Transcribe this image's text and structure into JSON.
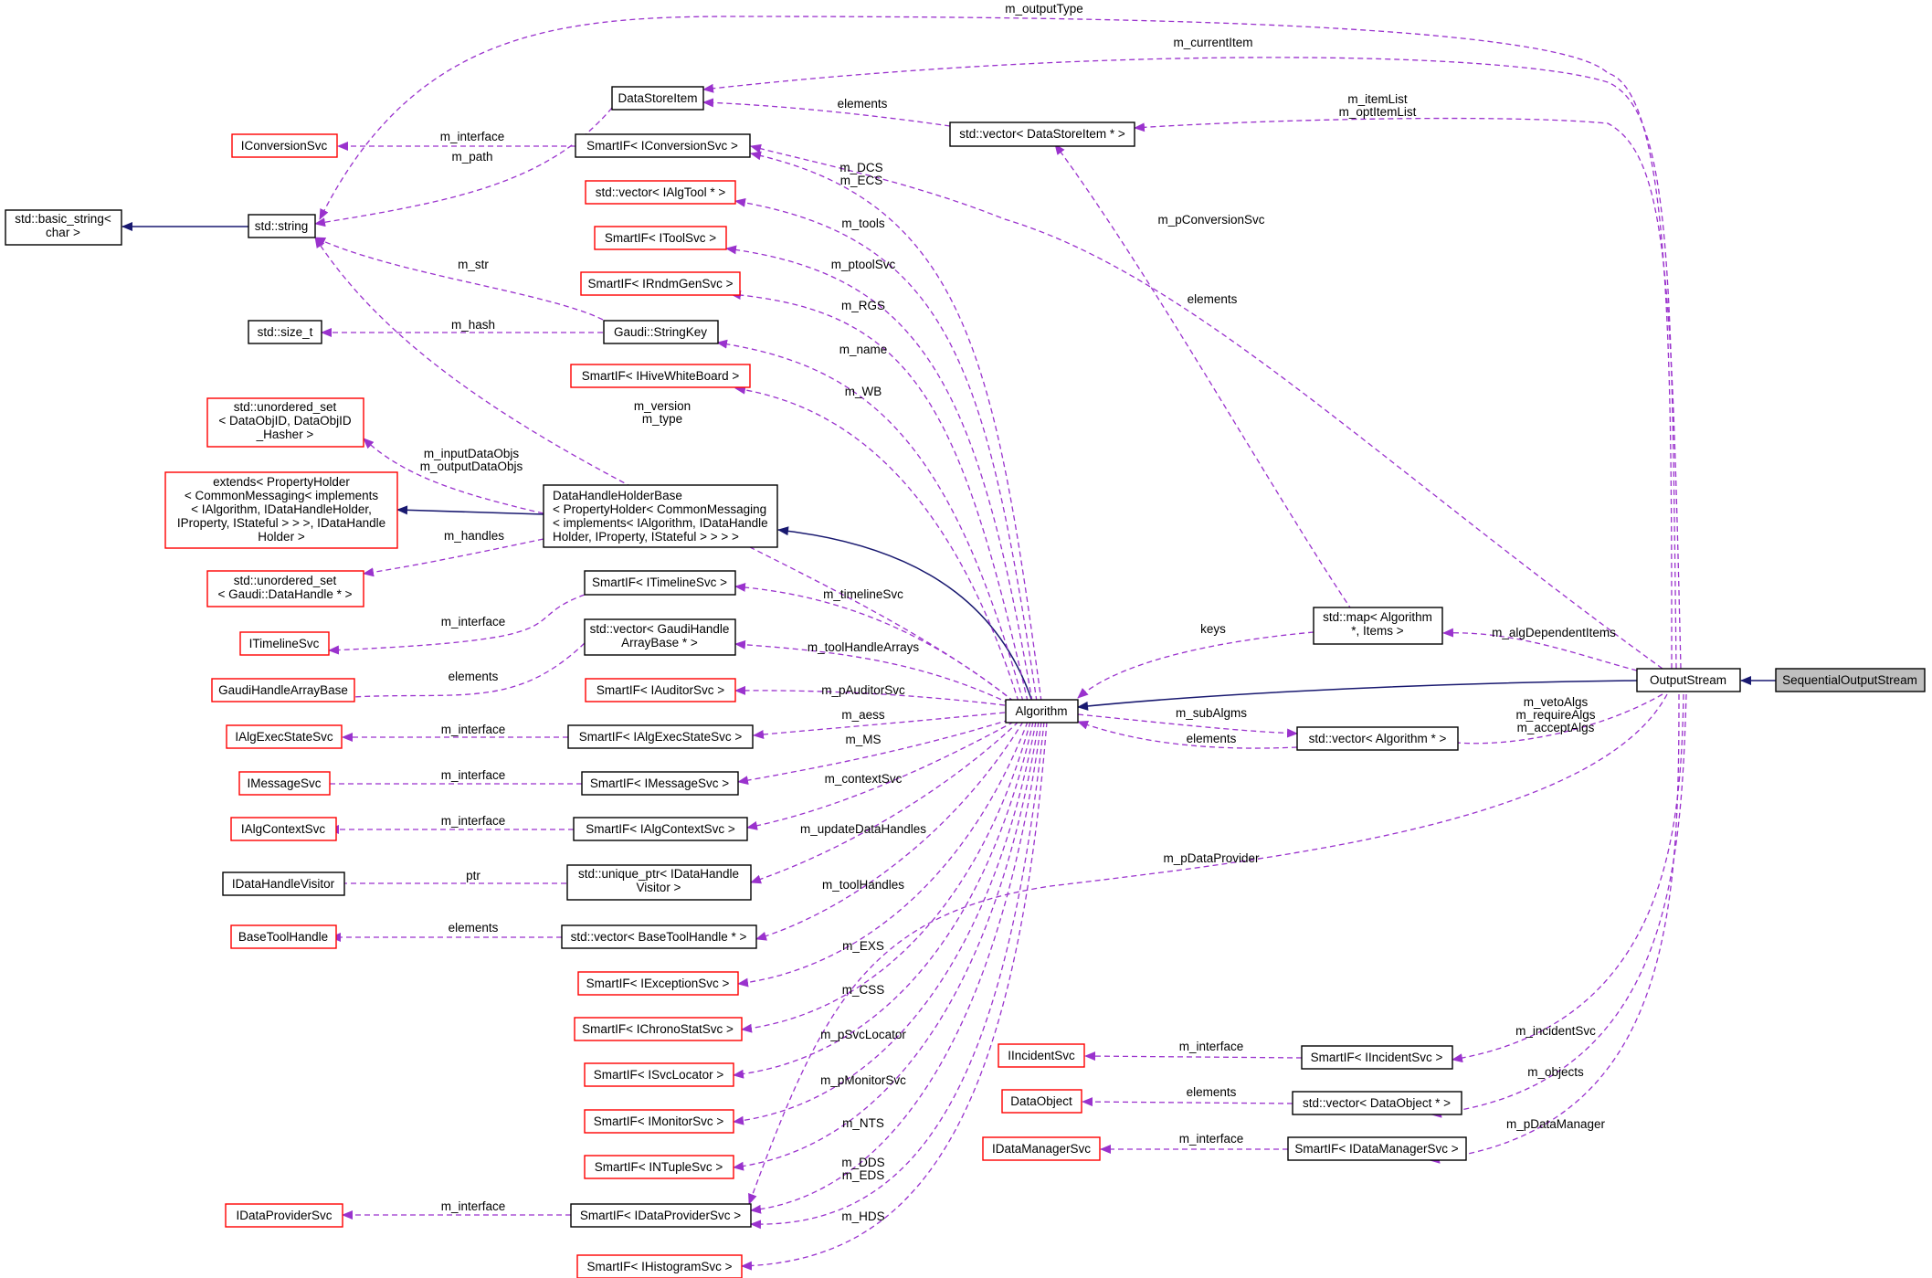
{
  "diagram": {
    "colors": {
      "member_edge": "#9a32cd",
      "inherit_edge": "#191970",
      "missing_node_border": "#ff0000",
      "node_border": "#000000",
      "focus_fill": "#bfbfbf"
    },
    "nodes": [
      {
        "id": "sos",
        "lines": [
          "SequentialOutputStream"
        ],
        "style": "gray"
      },
      {
        "id": "os",
        "lines": [
          "OutputStream"
        ],
        "style": "black"
      },
      {
        "id": "alg",
        "lines": [
          "Algorithm"
        ],
        "style": "black"
      },
      {
        "id": "dhhb",
        "lines": [
          "DataHandleHolderBase",
          "< PropertyHolder< CommonMessaging",
          "< implements< IAlgorithm, IDataHandle",
          "Holder, IProperty, IStateful > > > >"
        ],
        "style": "black",
        "align": "left"
      },
      {
        "id": "ext",
        "lines": [
          "extends< PropertyHolder",
          "< CommonMessaging< implements",
          "< IAlgorithm, IDataHandleHolder,",
          "IProperty, IStateful > > >, IDataHandle",
          "Holder >"
        ],
        "style": "red"
      },
      {
        "id": "stdstring",
        "lines": [
          "std::string"
        ],
        "style": "black"
      },
      {
        "id": "basicstring",
        "lines": [
          "std::basic_string<",
          "char >"
        ],
        "style": "black"
      },
      {
        "id": "dsi",
        "lines": [
          "DataStoreItem"
        ],
        "style": "black"
      },
      {
        "id": "vecdsi",
        "lines": [
          "std::vector< DataStoreItem * >"
        ],
        "style": "black"
      },
      {
        "id": "iconv",
        "lines": [
          "IConversionSvc"
        ],
        "style": "red"
      },
      {
        "id": "siconv",
        "lines": [
          "SmartIF< IConversionSvc >"
        ],
        "style": "black"
      },
      {
        "id": "vecalgtool",
        "lines": [
          "std::vector< IAlgTool * >"
        ],
        "style": "red"
      },
      {
        "id": "sitool",
        "lines": [
          "SmartIF< IToolSvc >"
        ],
        "style": "red"
      },
      {
        "id": "sirndm",
        "lines": [
          "SmartIF< IRndmGenSvc >"
        ],
        "style": "red"
      },
      {
        "id": "sizet",
        "lines": [
          "std::size_t"
        ],
        "style": "black"
      },
      {
        "id": "stringkey",
        "lines": [
          "Gaudi::StringKey"
        ],
        "style": "black"
      },
      {
        "id": "sihive",
        "lines": [
          "SmartIF< IHiveWhiteBoard >"
        ],
        "style": "red"
      },
      {
        "id": "unordobj",
        "lines": [
          "std::unordered_set",
          "< DataObjID, DataObjID",
          "_Hasher >"
        ],
        "style": "red"
      },
      {
        "id": "unordhandle",
        "lines": [
          "std::unordered_set",
          "< Gaudi::DataHandle * >"
        ],
        "style": "red"
      },
      {
        "id": "sitimeline",
        "lines": [
          "SmartIF< ITimelineSvc >"
        ],
        "style": "black"
      },
      {
        "id": "itimeline",
        "lines": [
          "ITimelineSvc"
        ],
        "style": "red"
      },
      {
        "id": "vecghab",
        "lines": [
          "std::vector< GaudiHandle",
          "ArrayBase * >"
        ],
        "style": "black"
      },
      {
        "id": "ghab",
        "lines": [
          "GaudiHandleArrayBase"
        ],
        "style": "red"
      },
      {
        "id": "siauditor",
        "lines": [
          "SmartIF< IAuditorSvc >"
        ],
        "style": "red"
      },
      {
        "id": "sialgexec",
        "lines": [
          "SmartIF< IAlgExecStateSvc >"
        ],
        "style": "black"
      },
      {
        "id": "ialgexec",
        "lines": [
          "IAlgExecStateSvc"
        ],
        "style": "red"
      },
      {
        "id": "simsg",
        "lines": [
          "SmartIF< IMessageSvc >"
        ],
        "style": "black"
      },
      {
        "id": "imsg",
        "lines": [
          "IMessageSvc"
        ],
        "style": "red"
      },
      {
        "id": "sialgctx",
        "lines": [
          "SmartIF< IAlgContextSvc >"
        ],
        "style": "black"
      },
      {
        "id": "ialgctx",
        "lines": [
          "IAlgContextSvc"
        ],
        "style": "red"
      },
      {
        "id": "uptr",
        "lines": [
          "std::unique_ptr< IDataHandle",
          "Visitor >"
        ],
        "style": "black"
      },
      {
        "id": "idhv",
        "lines": [
          "IDataHandleVisitor"
        ],
        "style": "black"
      },
      {
        "id": "vecbth",
        "lines": [
          "std::vector< BaseToolHandle * >"
        ],
        "style": "black"
      },
      {
        "id": "bth",
        "lines": [
          "BaseToolHandle"
        ],
        "style": "red"
      },
      {
        "id": "siexc",
        "lines": [
          "SmartIF< IExceptionSvc >"
        ],
        "style": "red"
      },
      {
        "id": "sichrono",
        "lines": [
          "SmartIF< IChronoStatSvc >"
        ],
        "style": "red"
      },
      {
        "id": "sisvcloc",
        "lines": [
          "SmartIF< ISvcLocator >"
        ],
        "style": "red"
      },
      {
        "id": "simon",
        "lines": [
          "SmartIF< IMonitorSvc >"
        ],
        "style": "red"
      },
      {
        "id": "sintuple",
        "lines": [
          "SmartIF< INTupleSvc >"
        ],
        "style": "red"
      },
      {
        "id": "sidp",
        "lines": [
          "SmartIF< IDataProviderSvc >"
        ],
        "style": "black"
      },
      {
        "id": "idp",
        "lines": [
          "IDataProviderSvc"
        ],
        "style": "red"
      },
      {
        "id": "sihist",
        "lines": [
          "SmartIF< IHistogramSvc >"
        ],
        "style": "red"
      },
      {
        "id": "mapalg",
        "lines": [
          "std::map< Algorithm",
          "*, Items >"
        ],
        "style": "black"
      },
      {
        "id": "vecalg",
        "lines": [
          "std::vector< Algorithm * >"
        ],
        "style": "black"
      },
      {
        "id": "iinc",
        "lines": [
          "IIncidentSvc"
        ],
        "style": "red"
      },
      {
        "id": "siinc",
        "lines": [
          "SmartIF< IIncidentSvc >"
        ],
        "style": "black"
      },
      {
        "id": "dataobj",
        "lines": [
          "DataObject"
        ],
        "style": "red"
      },
      {
        "id": "vecdataobj",
        "lines": [
          "std::vector< DataObject * >"
        ],
        "style": "black"
      },
      {
        "id": "idm",
        "lines": [
          "IDataManagerSvc"
        ],
        "style": "red"
      },
      {
        "id": "sidm",
        "lines": [
          "SmartIF< IDataManagerSvc >"
        ],
        "style": "black"
      }
    ],
    "edge_labels": [
      {
        "id": "lbl_outputType",
        "lines": [
          "m_outputType"
        ]
      },
      {
        "id": "lbl_currentItem",
        "lines": [
          "m_currentItem"
        ]
      },
      {
        "id": "lbl_itemList",
        "lines": [
          "m_itemList",
          "m_optItemList"
        ]
      },
      {
        "id": "lbl_elements_dsi",
        "lines": [
          "elements"
        ]
      },
      {
        "id": "lbl_interface_conv",
        "lines": [
          "m_interface"
        ]
      },
      {
        "id": "lbl_path",
        "lines": [
          "m_path"
        ]
      },
      {
        "id": "lbl_dcs",
        "lines": [
          "m_DCS",
          "m_ECS"
        ]
      },
      {
        "id": "lbl_pConv",
        "lines": [
          "m_pConversionSvc"
        ]
      },
      {
        "id": "lbl_tools",
        "lines": [
          "m_tools"
        ]
      },
      {
        "id": "lbl_ptoolSvc",
        "lines": [
          "m_ptoolSvc"
        ]
      },
      {
        "id": "lbl_str",
        "lines": [
          "m_str"
        ]
      },
      {
        "id": "lbl_elements_alg",
        "lines": [
          "elements"
        ]
      },
      {
        "id": "lbl_rgs",
        "lines": [
          "m_RGS"
        ]
      },
      {
        "id": "lbl_hash",
        "lines": [
          "m_hash"
        ]
      },
      {
        "id": "lbl_name",
        "lines": [
          "m_name"
        ]
      },
      {
        "id": "lbl_wb",
        "lines": [
          "m_WB"
        ]
      },
      {
        "id": "lbl_version",
        "lines": [
          "m_version",
          "m_type"
        ]
      },
      {
        "id": "lbl_inputData",
        "lines": [
          "m_inputDataObjs",
          "m_outputDataObjs"
        ]
      },
      {
        "id": "lbl_handles",
        "lines": [
          "m_handles"
        ]
      },
      {
        "id": "lbl_timelineSvc",
        "lines": [
          "m_timelineSvc"
        ]
      },
      {
        "id": "lbl_interface_timeline",
        "lines": [
          "m_interface"
        ]
      },
      {
        "id": "lbl_keys",
        "lines": [
          "keys"
        ]
      },
      {
        "id": "lbl_algDep",
        "lines": [
          "m_algDependentItems"
        ]
      },
      {
        "id": "lbl_toolHandleArrays",
        "lines": [
          "m_toolHandleArrays"
        ]
      },
      {
        "id": "lbl_elements_ghab",
        "lines": [
          "elements"
        ]
      },
      {
        "id": "lbl_pAuditor",
        "lines": [
          "m_pAuditorSvc"
        ]
      },
      {
        "id": "lbl_vetoAlgs",
        "lines": [
          "m_vetoAlgs",
          "m_requireAlgs",
          "m_acceptAlgs"
        ]
      },
      {
        "id": "lbl_aess",
        "lines": [
          "m_aess"
        ]
      },
      {
        "id": "lbl_subAlgms",
        "lines": [
          "m_subAlgms"
        ]
      },
      {
        "id": "lbl_interface_exec",
        "lines": [
          "m_interface"
        ]
      },
      {
        "id": "lbl_elements_vecalg",
        "lines": [
          "elements"
        ]
      },
      {
        "id": "lbl_ms",
        "lines": [
          "m_MS"
        ]
      },
      {
        "id": "lbl_interface_msg",
        "lines": [
          "m_interface"
        ]
      },
      {
        "id": "lbl_contextSvc",
        "lines": [
          "m_contextSvc"
        ]
      },
      {
        "id": "lbl_interface_ctx",
        "lines": [
          "m_interface"
        ]
      },
      {
        "id": "lbl_updateDH",
        "lines": [
          "m_updateDataHandles"
        ]
      },
      {
        "id": "lbl_pDataProvider",
        "lines": [
          "m_pDataProvider"
        ]
      },
      {
        "id": "lbl_ptr",
        "lines": [
          "ptr"
        ]
      },
      {
        "id": "lbl_toolHandles",
        "lines": [
          "m_toolHandles"
        ]
      },
      {
        "id": "lbl_elements_bth",
        "lines": [
          "elements"
        ]
      },
      {
        "id": "lbl_exs",
        "lines": [
          "m_EXS"
        ]
      },
      {
        "id": "lbl_css",
        "lines": [
          "m_CSS"
        ]
      },
      {
        "id": "lbl_pSvcLocator",
        "lines": [
          "m_pSvcLocator"
        ]
      },
      {
        "id": "lbl_incidentSvc",
        "lines": [
          "m_incidentSvc"
        ]
      },
      {
        "id": "lbl_interface_inc",
        "lines": [
          "m_interface"
        ]
      },
      {
        "id": "lbl_pMonitor",
        "lines": [
          "m_pMonitorSvc"
        ]
      },
      {
        "id": "lbl_objects",
        "lines": [
          "m_objects"
        ]
      },
      {
        "id": "lbl_elements_dataobj",
        "lines": [
          "elements"
        ]
      },
      {
        "id": "lbl_nts",
        "lines": [
          "m_NTS"
        ]
      },
      {
        "id": "lbl_pDataManager",
        "lines": [
          "m_pDataManager"
        ]
      },
      {
        "id": "lbl_interface_dm",
        "lines": [
          "m_interface"
        ]
      },
      {
        "id": "lbl_dds",
        "lines": [
          "m_DDS",
          "m_EDS"
        ]
      },
      {
        "id": "lbl_interface_dp",
        "lines": [
          "m_interface"
        ]
      },
      {
        "id": "lbl_hds",
        "lines": [
          "m_HDS"
        ]
      }
    ]
  }
}
